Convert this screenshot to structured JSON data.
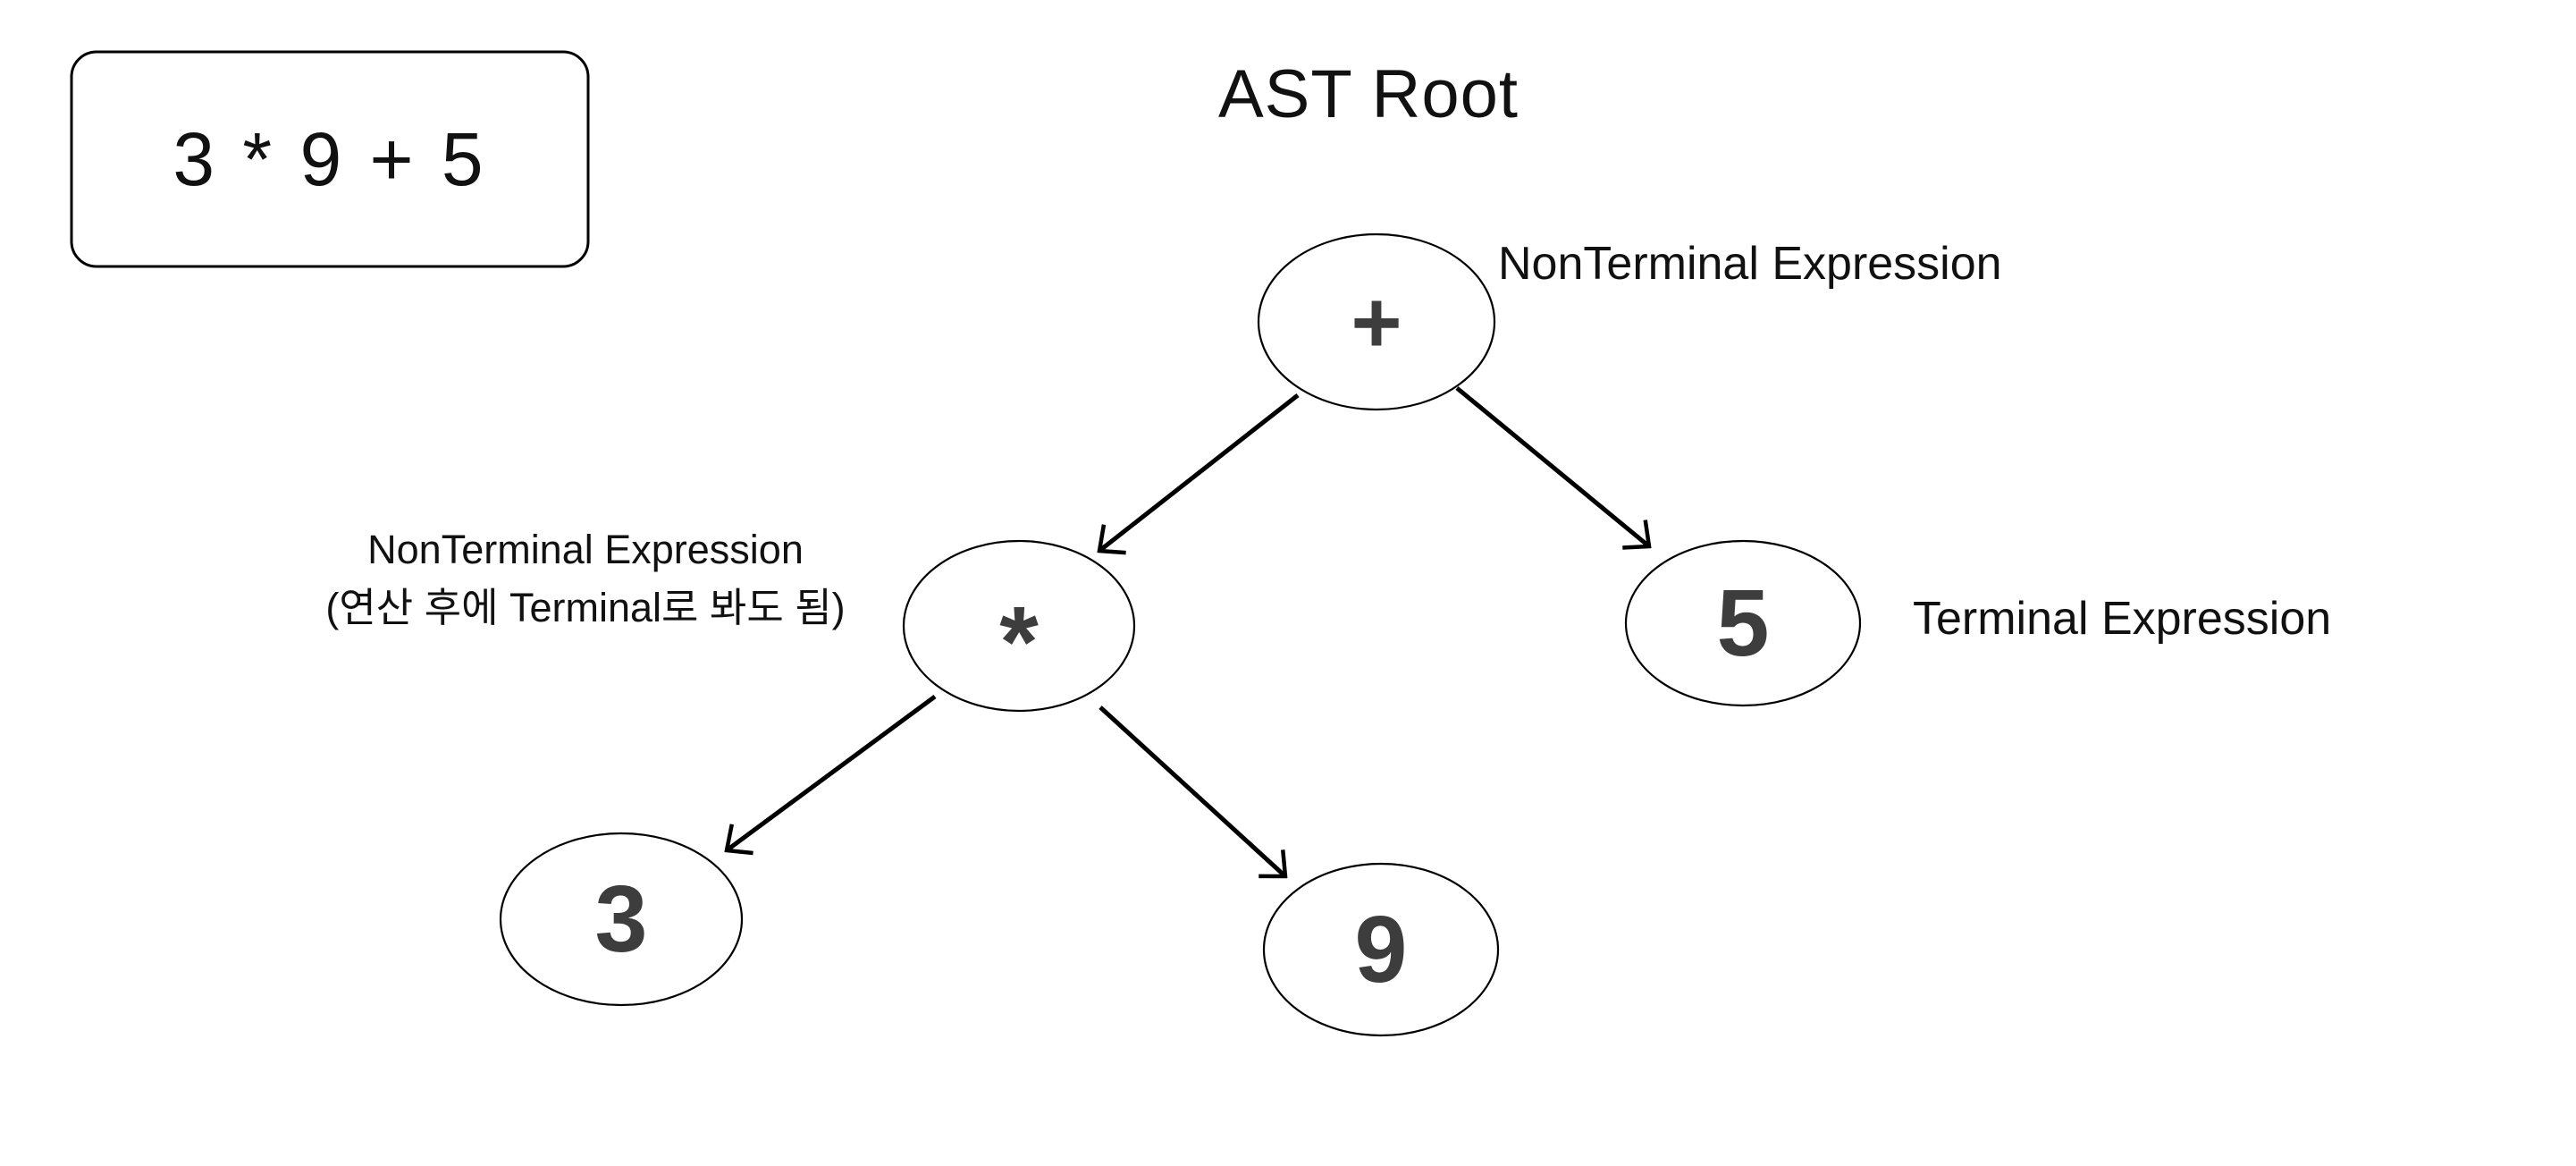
{
  "diagram": {
    "title": "AST Root",
    "expression_box": {
      "text": "3 * 9 + 5"
    },
    "nodes": {
      "plus": {
        "symbol": "+"
      },
      "star": {
        "symbol": "*"
      },
      "five": {
        "symbol": "5"
      },
      "three": {
        "symbol": "3"
      },
      "nine": {
        "symbol": "9"
      }
    },
    "annotations": {
      "root_type": "NonTerminal Expression",
      "star_type_line1": "NonTerminal Expression",
      "star_type_line2": "(연산 후에 Terminal로 봐도 됨)",
      "terminal_type": "Terminal Expression"
    },
    "colors": {
      "background": "#ffffff",
      "outline": "#000000",
      "text": "#111111",
      "node_symbol": "#3d3d3d"
    }
  }
}
